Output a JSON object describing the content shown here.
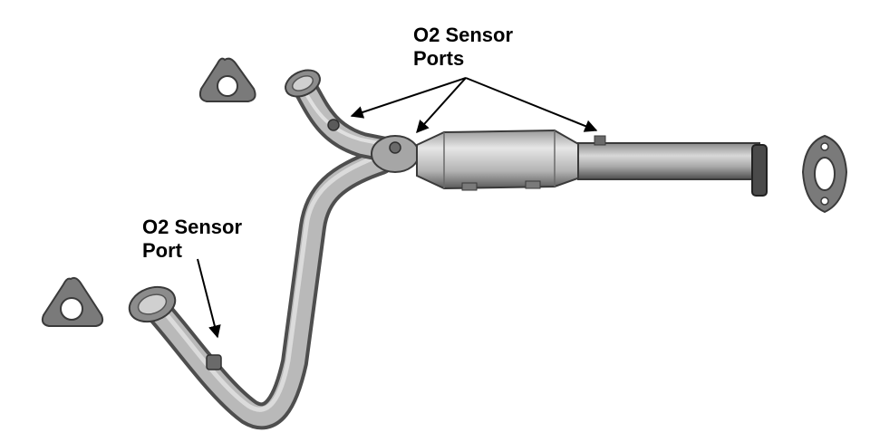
{
  "callouts": {
    "top": {
      "line1": "O2 Sensor",
      "line2": "Ports"
    },
    "left": {
      "line1": "O2 Sensor",
      "line2": "Port"
    }
  },
  "colors": {
    "background": "#ffffff",
    "pipe_dark": "#5f5f5f",
    "pipe_light": "#d2d2d2",
    "arrow": "#000000"
  }
}
